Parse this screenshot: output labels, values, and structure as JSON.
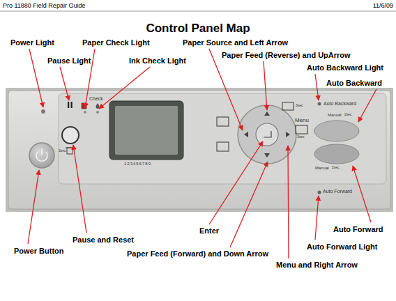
{
  "diagram": {
    "title": "Control Panel Map",
    "labels": [
      "Pro 11880 Field Repair Guide",
      "11/6/09",
      "Power Light",
      "Paper Check Light",
      "Paper Source and Left Arrow",
      "Pause Light",
      "Ink Check Light",
      "Paper Feed (Reverse) and UpArrow",
      "Auto Backward Light",
      "Auto Backward",
      "Check",
      "123456789",
      "3sec",
      "3sec",
      "Menu",
      "3sec",
      "Auto Backward",
      "Manual",
      "2sec",
      "Manual",
      "2sec",
      "Auto Forward",
      "Enter",
      "Auto Forward",
      "Pause and Reset",
      "Auto Forward Light",
      "Power Button",
      "Paper Feed (Forward) and Down Arrow",
      "Menu and Right Arrow"
    ]
  }
}
